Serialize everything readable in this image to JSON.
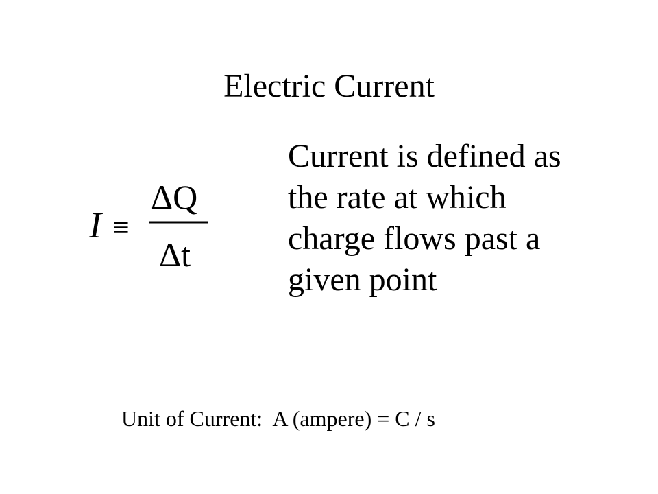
{
  "slide": {
    "title": "Electric Current",
    "definition_lines": [
      "Current is defined as",
      "the rate at which",
      "charge flows past a",
      "given point"
    ],
    "formula": {
      "lhs": "I",
      "relation": "≡",
      "numerator": "ΔQ",
      "denominator": "Δt"
    },
    "unit_line": "Unit of Current:  A (ampere) = C / s"
  }
}
